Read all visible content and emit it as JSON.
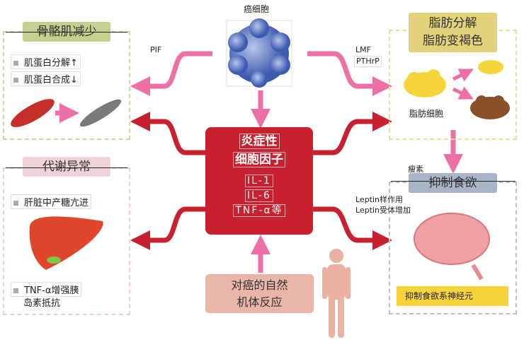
{
  "cancer_cell": {
    "label": "癌细胞",
    "color": "#5b78c2"
  },
  "center": {
    "title_line1": "炎症性",
    "title_line2": "细胞因子",
    "cytokines": [
      "IL-1",
      "IL-6",
      "TNF-α等"
    ],
    "color": "#c8202f"
  },
  "natural_response": {
    "line1": "对癌的自然",
    "line2": "机体反应"
  },
  "muscle": {
    "title": "骨骼肌减少",
    "mediator": "PIF",
    "bullets": [
      "肌蛋白分解↑",
      "肌蛋白合成↓"
    ]
  },
  "metabolism": {
    "title": "代谢异常",
    "bullets": [
      "肝脏中产糖亢进",
      "TNF-α增强胰"
    ],
    "bullet2_cont": "岛素抵抗"
  },
  "fat": {
    "title_line1": "脂肪分解",
    "title_line2": "脂肪变褐色",
    "mediators": [
      "LMF",
      "PTHrP"
    ],
    "cell_label": "脂肪细胞"
  },
  "appetite": {
    "title": "抑制食欲",
    "leptin_label": "瘦素",
    "mediators": [
      "Leptin样作用",
      "Leptin受体增加"
    ],
    "neuron_label": "抑制食欲系神经元"
  }
}
